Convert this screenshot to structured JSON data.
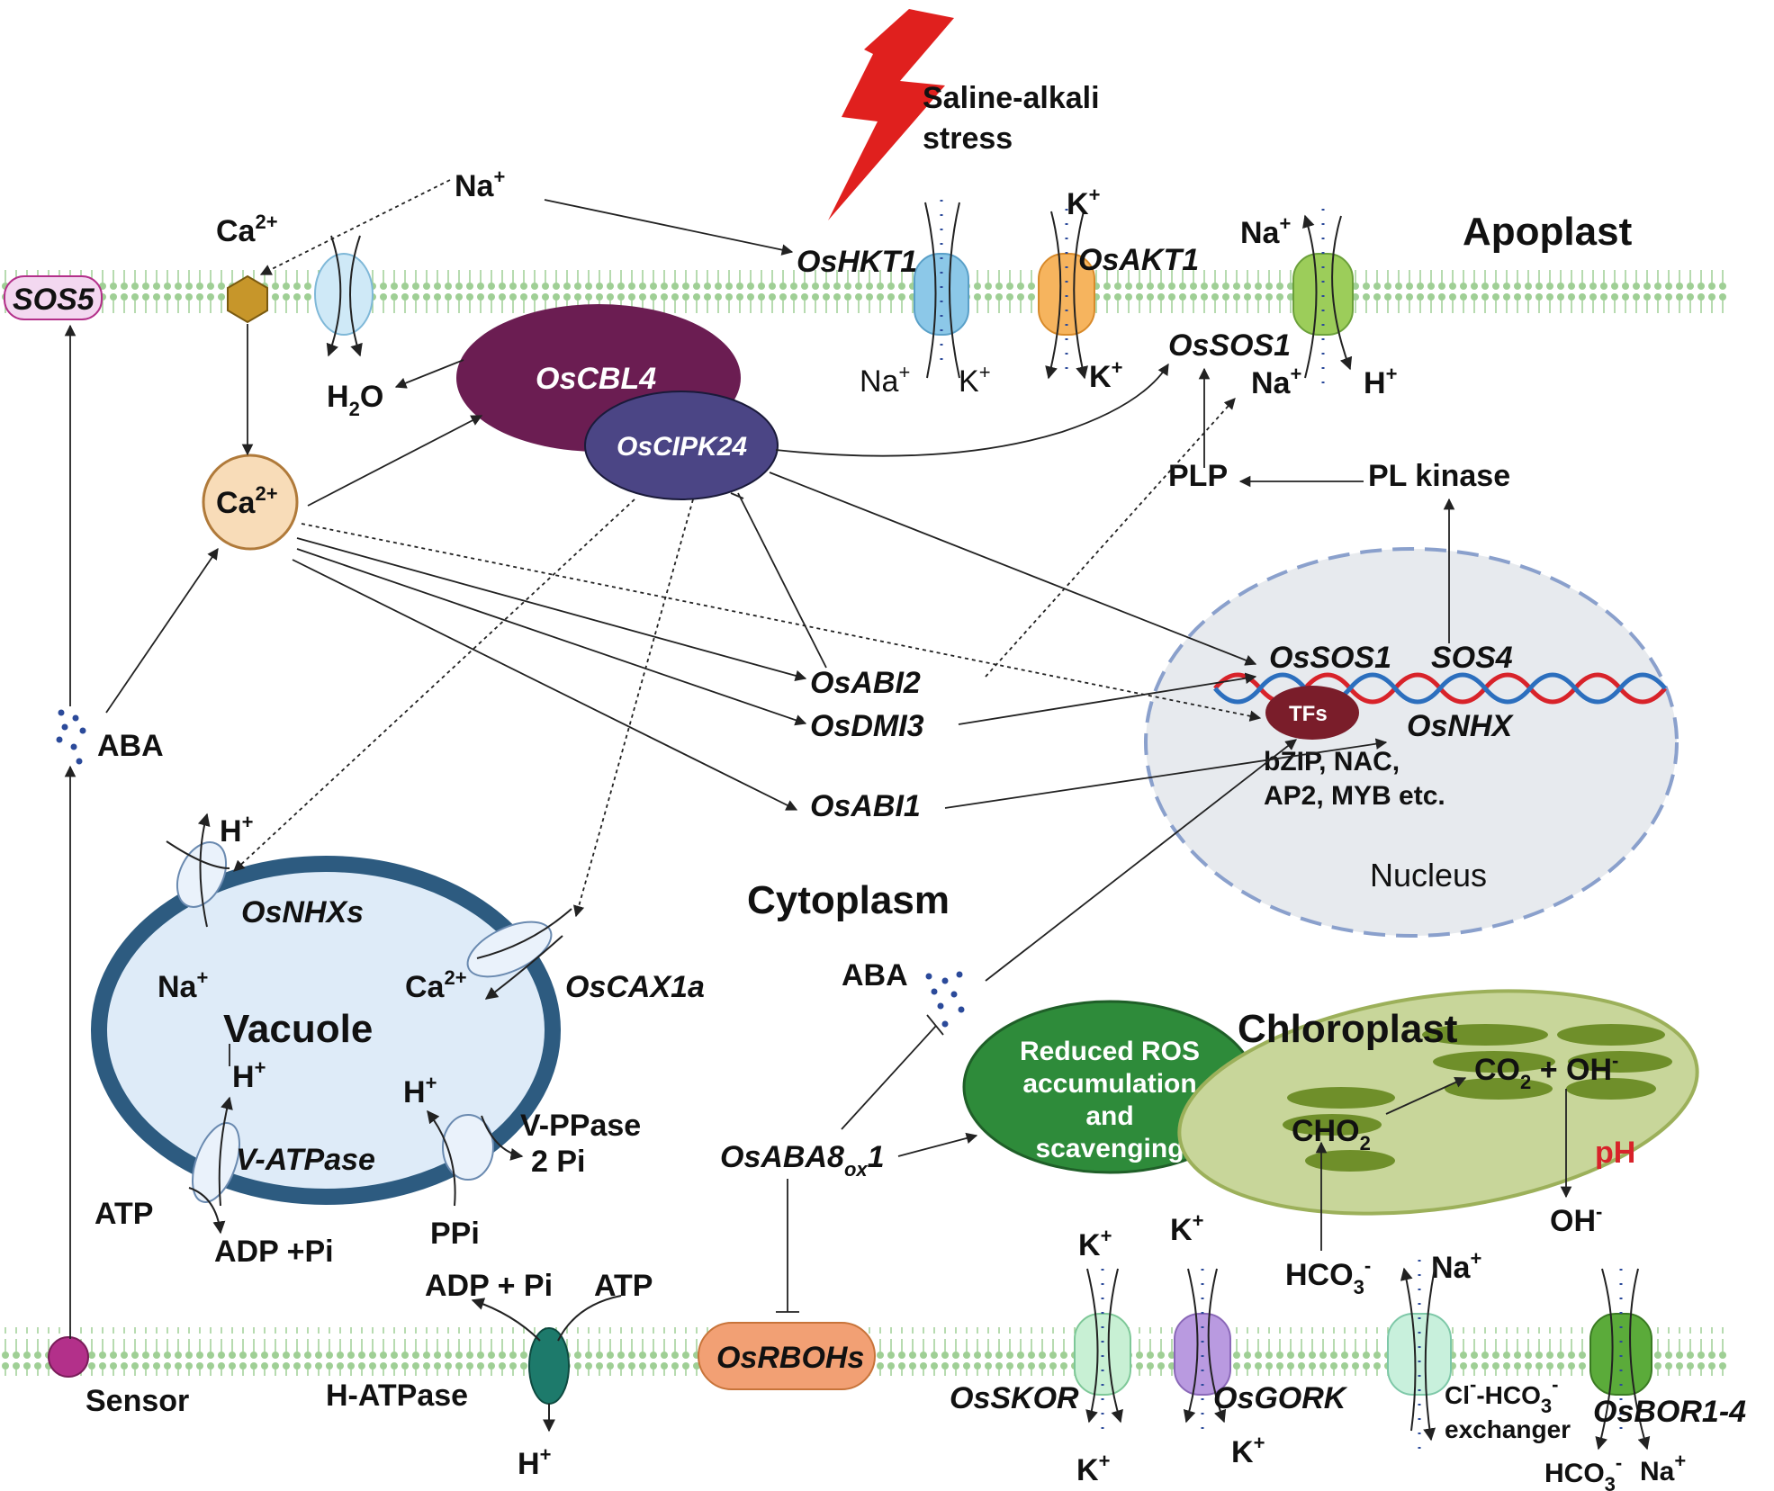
{
  "stress": {
    "line1": "Saline-alkali",
    "line2": "stress"
  },
  "regions": {
    "apoplast": "Apoplast",
    "cytoplasm": "Cytoplasm",
    "nucleus": "Nucleus",
    "vacuole": "Vacuole",
    "chloroplast": "Chloroplast"
  },
  "top_membrane": {
    "sos5": "SOS5",
    "ca_channel_label": "Ca",
    "ca_charge": "2+",
    "na_in": "Na",
    "h2o": "H",
    "h2o_sub": "2",
    "h2o_o": "O",
    "hkt1": "OsHKT1",
    "akt1": "OsAKT1",
    "sos1": "OsSOS1",
    "na": "Na",
    "k": "K",
    "h": "H",
    "plus": "+"
  },
  "complex": {
    "cbl4": "OsCBL4",
    "cipk24": "OsCIPK24"
  },
  "signals": {
    "ca": "Ca",
    "ca_charge": "2+",
    "aba": "ABA",
    "plp": "PLP",
    "pl_kinase": "PL kinase"
  },
  "genes": {
    "abi2": "OsABI2",
    "dmi3": "OsDMI3",
    "abi1": "OsABI1"
  },
  "nucleus": {
    "sos1": "OsSOS1",
    "sos4": "SOS4",
    "tfs": "TFs",
    "nhx": "OsNHX",
    "tf_list_1": "bZIP, NAC,",
    "tf_list_2": "AP2, MYB etc."
  },
  "vacuole": {
    "nhxs": "OsNHXs",
    "cax1a": "OsCAX1a",
    "vatpase": "V-ATPase",
    "vppase": "V-PPase",
    "two_pi": "2 Pi",
    "ppi": "PPi",
    "atp": "ATP",
    "adp_pi": "ADP +Pi",
    "na": "Na",
    "ca": "Ca",
    "h": "H",
    "plus": "+",
    "ca_charge": "2+"
  },
  "ros": {
    "l1": "Reduced ROS",
    "l2": "accumulation",
    "l3": "and",
    "l4": "scavenging"
  },
  "aba8": {
    "main": "OsABA8",
    "sub": "ox",
    "tail": "1"
  },
  "chloroplast": {
    "cho2": "CHO",
    "cho2_sub": "2",
    "co2": "CO",
    "co2_sub": "2",
    "co2_tail": " + OH",
    "minus": "-",
    "ph": "pH",
    "oh": "OH"
  },
  "bottom_membrane": {
    "sensor": "Sensor",
    "hatpase": "H-ATPase",
    "adp_pi": "ADP + Pi",
    "atp": "ATP",
    "h": "H",
    "plus": "+",
    "rbohs": "OsRBOHs",
    "skor": "OsSKOR",
    "gork": "OsGORK",
    "k": "K",
    "na": "Na",
    "hco3": "HCO",
    "hco3_sub": "3",
    "minus": "-",
    "exchanger_1": "Cl",
    "exchanger_2": "-HCO",
    "exchanger_3": "exchanger",
    "bor": "OsBOR1-4"
  },
  "colors": {
    "membrane": "#9fcf95",
    "cbl4": "#6b1d52",
    "cipk24": "#4b4585",
    "vacuole_fill": "#deebf8",
    "vacuole_border": "#2d5b80",
    "nucleus_fill": "#e7eaee",
    "nucleus_border": "#8aa0cc",
    "ros": "#2e8b3a",
    "chloroplast": "#c8d69a",
    "thylakoid": "#6f8f2a",
    "rbohs": "#f2a074",
    "hkt1": "#8cc8e8",
    "akt1": "#f6b45e",
    "sos1_channel": "#9ccd5a",
    "skor": "#c8f0d4",
    "gork": "#b99ae0",
    "exchanger": "#c8f0dc",
    "bor": "#5bab3a",
    "hatpase": "#1d7a6b",
    "sensor": "#b3308a",
    "tfs": "#7a1d2a",
    "dna_red": "#d8232a",
    "dna_blue": "#2c6fbe",
    "lightning": "#e0201e",
    "ph_text": "#d8232a",
    "ca_hex": "#c7962a"
  }
}
